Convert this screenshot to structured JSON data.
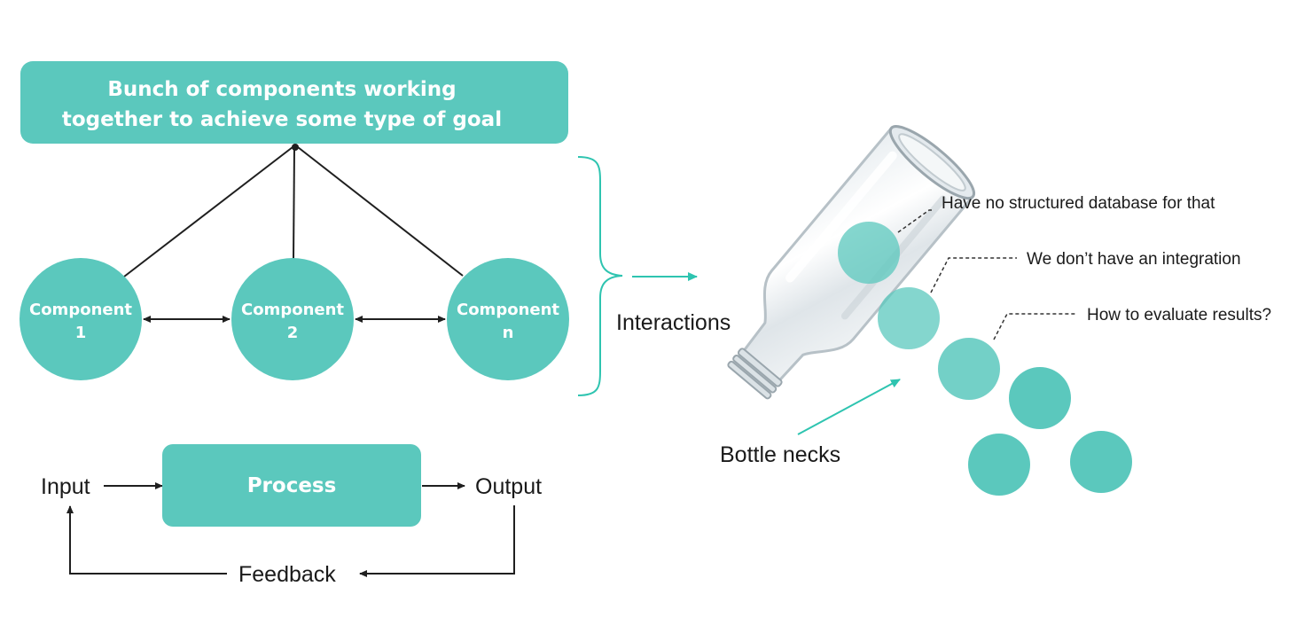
{
  "colors": {
    "teal": "#5bc8bd",
    "teal_light": "#7fd6cd",
    "arrow": "#1f1f1f",
    "connector": "#2ec4b0"
  },
  "goal_box": {
    "line1": "Bunch of components working",
    "line2": "together to achieve some type of goal"
  },
  "components": [
    {
      "line1": "Component",
      "line2": "1"
    },
    {
      "line1": "Component",
      "line2": "2"
    },
    {
      "line1": "Component",
      "line2": "n"
    }
  ],
  "interactions_label": "Interactions",
  "loop": {
    "input": "Input",
    "process": "Process",
    "output": "Output",
    "feedback": "Feedback"
  },
  "bottle": {
    "bottleneck_label": "Bottle necks",
    "notes": [
      "Have no structured database for that",
      "We don’t have an integration",
      "How to evaluate results?"
    ]
  }
}
